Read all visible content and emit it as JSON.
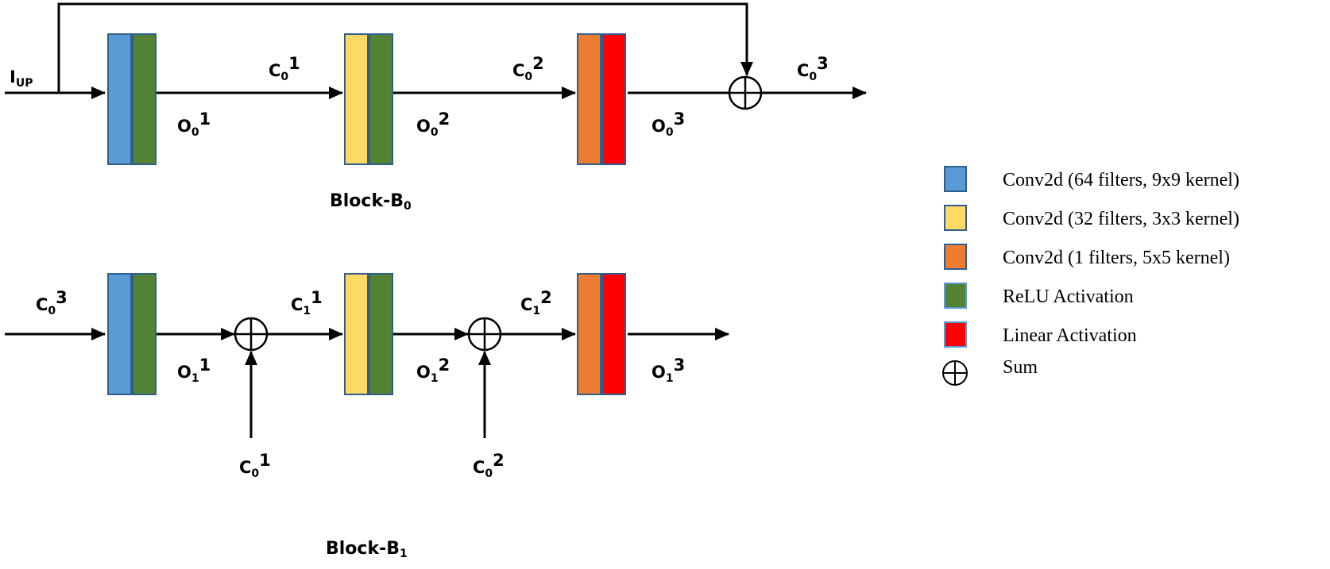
{
  "colors": {
    "conv64": "#5b9bd5",
    "conv32": "#ffd966",
    "conv1": "#ed7d31",
    "relu": "#548235",
    "linear": "#ff0000",
    "border": "#2e5f8f"
  },
  "block0": {
    "title": {
      "base": "Block-B",
      "sub": "0"
    },
    "labels": {
      "input": {
        "base": "I",
        "sub": "UP"
      },
      "c01": {
        "base": "C",
        "sub": "0",
        "sup": "1"
      },
      "c02": {
        "base": "C",
        "sub": "0",
        "sup": "2"
      },
      "c03": {
        "base": "C",
        "sub": "0",
        "sup": "3"
      },
      "o01": {
        "base": "O",
        "sub": "0",
        "sup": "1"
      },
      "o02": {
        "base": "O",
        "sub": "0",
        "sup": "2"
      },
      "o03": {
        "base": "O",
        "sub": "0",
        "sup": "3"
      }
    }
  },
  "block1": {
    "title": {
      "base": "Block-B",
      "sub": "1"
    },
    "labels": {
      "input": {
        "base": "C",
        "sub": "0",
        "sup": "3"
      },
      "c11": {
        "base": "C",
        "sub": "1",
        "sup": "1"
      },
      "c12": {
        "base": "C",
        "sub": "1",
        "sup": "2"
      },
      "o11": {
        "base": "O",
        "sub": "1",
        "sup": "1"
      },
      "o12": {
        "base": "O",
        "sub": "1",
        "sup": "2"
      },
      "o13": {
        "base": "O",
        "sub": "1",
        "sup": "3"
      },
      "skip1": {
        "base": "C",
        "sub": "0",
        "sup": "1"
      },
      "skip2": {
        "base": "C",
        "sub": "0",
        "sup": "2"
      }
    }
  },
  "legend": {
    "items": [
      {
        "label": "Conv2d (64 filters, 9x9 kernel)",
        "color": "#5b9bd5"
      },
      {
        "label": "Conv2d (32 filters, 3x3 kernel)",
        "color": "#ffd966"
      },
      {
        "label": "Conv2d (1 filters, 5x5 kernel)",
        "color": "#ed7d31"
      },
      {
        "label": "ReLU Activation",
        "color": "#548235"
      },
      {
        "label": "Linear Activation",
        "color": "#ff0000"
      }
    ],
    "sum_label": "Sum"
  }
}
